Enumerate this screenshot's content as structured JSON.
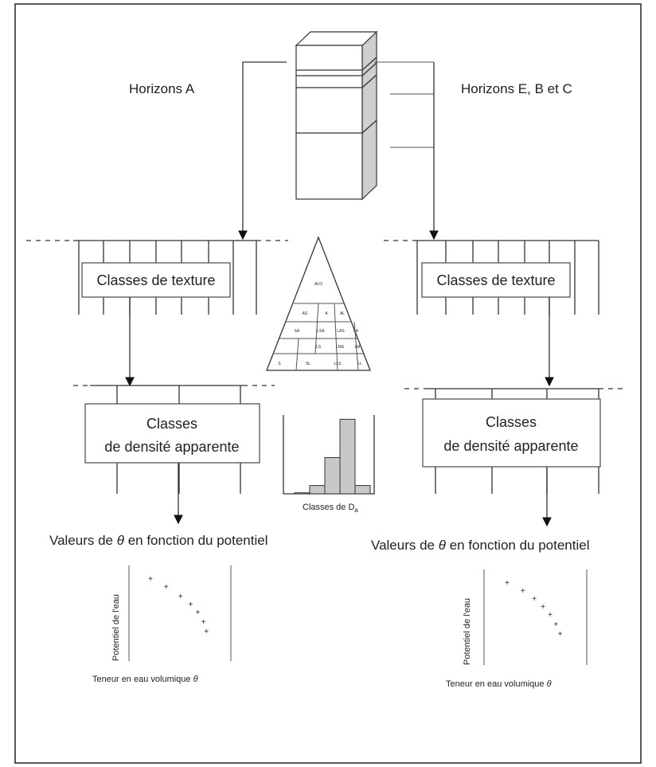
{
  "labels": {
    "horizons_a": "Horizons A",
    "horizons_ebc": "Horizons E, B et C",
    "texture_class": "Classes de texture",
    "density_line1": "Classes",
    "density_line2": "de densité apparente",
    "histogram_label": "Classes de D",
    "histogram_sub": "a",
    "values_title_pre": "Valeurs de ",
    "values_title_symbol": "θ",
    "values_title_post": " en fonction du potentiel",
    "y_axis": "Potentiel de l'eau",
    "x_axis_text": "Teneur en eau volumique ",
    "x_axis_symbol": "θ"
  },
  "triangle_classes": [
    "ALO",
    "AS",
    "A",
    "AL",
    "SA",
    "LSA",
    "LAS",
    "LA",
    "LS",
    "LMS",
    "LM",
    "S",
    "SL",
    "LLS",
    "LL"
  ],
  "histogram_heights": [
    1,
    8,
    35,
    72,
    8
  ],
  "scatter_points_left": [
    [
      0.1,
      0.1
    ],
    [
      0.32,
      0.2
    ],
    [
      0.52,
      0.32
    ],
    [
      0.66,
      0.42
    ],
    [
      0.76,
      0.52
    ],
    [
      0.84,
      0.64
    ],
    [
      0.88,
      0.76
    ]
  ],
  "scatter_points_right": [
    [
      0.1,
      0.1
    ],
    [
      0.32,
      0.2
    ],
    [
      0.48,
      0.3
    ],
    [
      0.6,
      0.4
    ],
    [
      0.7,
      0.5
    ],
    [
      0.78,
      0.62
    ],
    [
      0.84,
      0.74
    ]
  ],
  "colors": {
    "line": "#333333",
    "histogram_fill": "#c8c8c8",
    "cube_side": "#cfcfcf",
    "text": "#222222"
  }
}
